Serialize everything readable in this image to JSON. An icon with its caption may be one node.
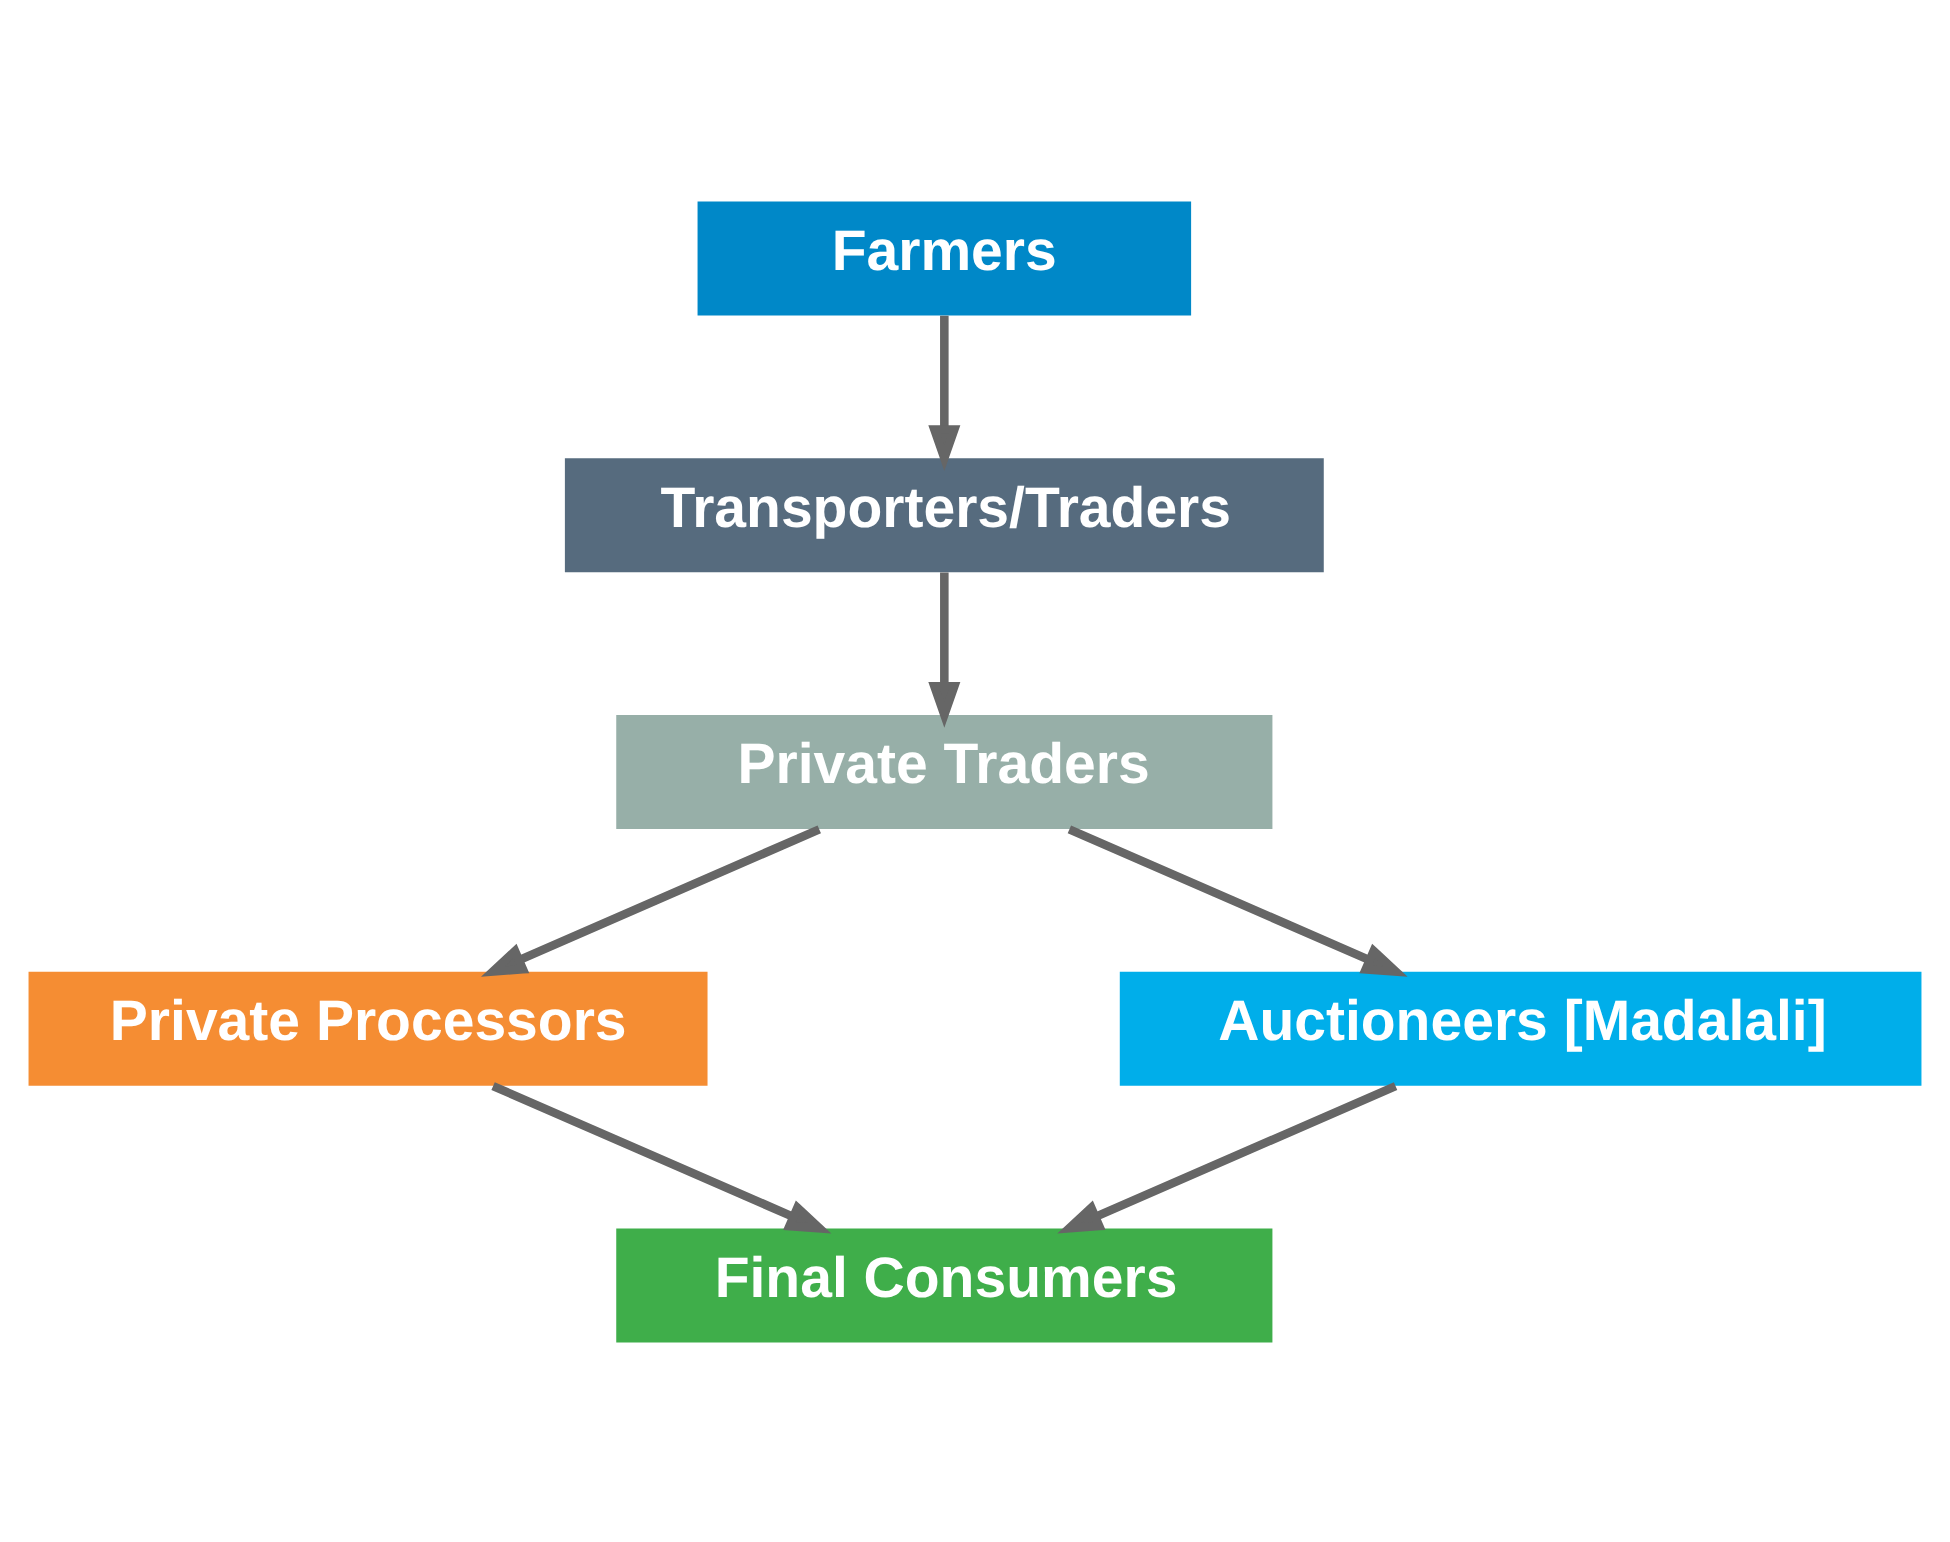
{
  "diagram": {
    "nodes": [
      {
        "text": [
          "Farmers"
        ]
      },
      {
        "text": [
          "Transporters/Traders"
        ]
      },
      {
        "text": [
          "Private Traders"
        ]
      },
      {
        "text": [
          "Private Processors"
        ]
      },
      {
        "text": [
          "Auctioneers [Madalali]"
        ]
      },
      {
        "text": [
          "Final Consumers"
        ]
      }
    ],
    "edges": [
      {
        "from": 0,
        "to": 1,
        "arrow": "to"
      },
      {
        "from": 1,
        "to": 2,
        "arrow": "to"
      },
      {
        "from": 2,
        "to": 3,
        "arrow": "to"
      },
      {
        "from": 2,
        "to": 4,
        "arrow": "to"
      },
      {
        "from": 3,
        "to": 5,
        "arrow": "to"
      },
      {
        "from": 4,
        "to": 5,
        "arrow": "to"
      }
    ]
  }
}
